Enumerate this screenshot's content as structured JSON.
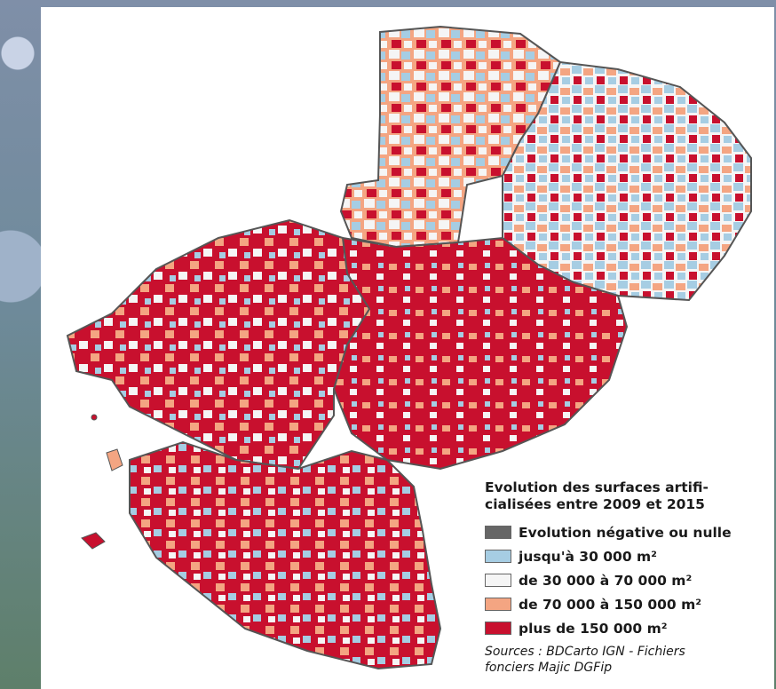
{
  "map": {
    "legend": {
      "title": "Evolution des surfaces artifi-\ncialisées entre 2009 et 2015",
      "items": [
        {
          "label": "Evolution négative ou nulle",
          "color": "#666666"
        },
        {
          "label": "jusqu'à 30 000 m²",
          "color": "#a6cde3"
        },
        {
          "label": "de 30 000 à 70 000 m²",
          "color": "#f5f5f5"
        },
        {
          "label": "de 70 000 à 150 000 m²",
          "color": "#f4a582"
        },
        {
          "label": "plus de 150 000 m²",
          "color": "#c8102e"
        }
      ]
    },
    "sources": "Sources : BDCarto IGN - Fichiers\nfonciers Majic DGFip"
  }
}
